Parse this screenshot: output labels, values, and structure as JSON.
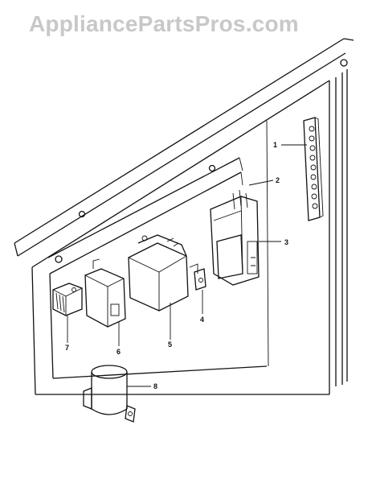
{
  "watermark": "AppliancePartsPros.com",
  "callouts": {
    "c1": "1",
    "c2": "2",
    "c3": "3",
    "c4": "4",
    "c5": "5",
    "c6": "6",
    "c7": "7",
    "c8": "8"
  }
}
